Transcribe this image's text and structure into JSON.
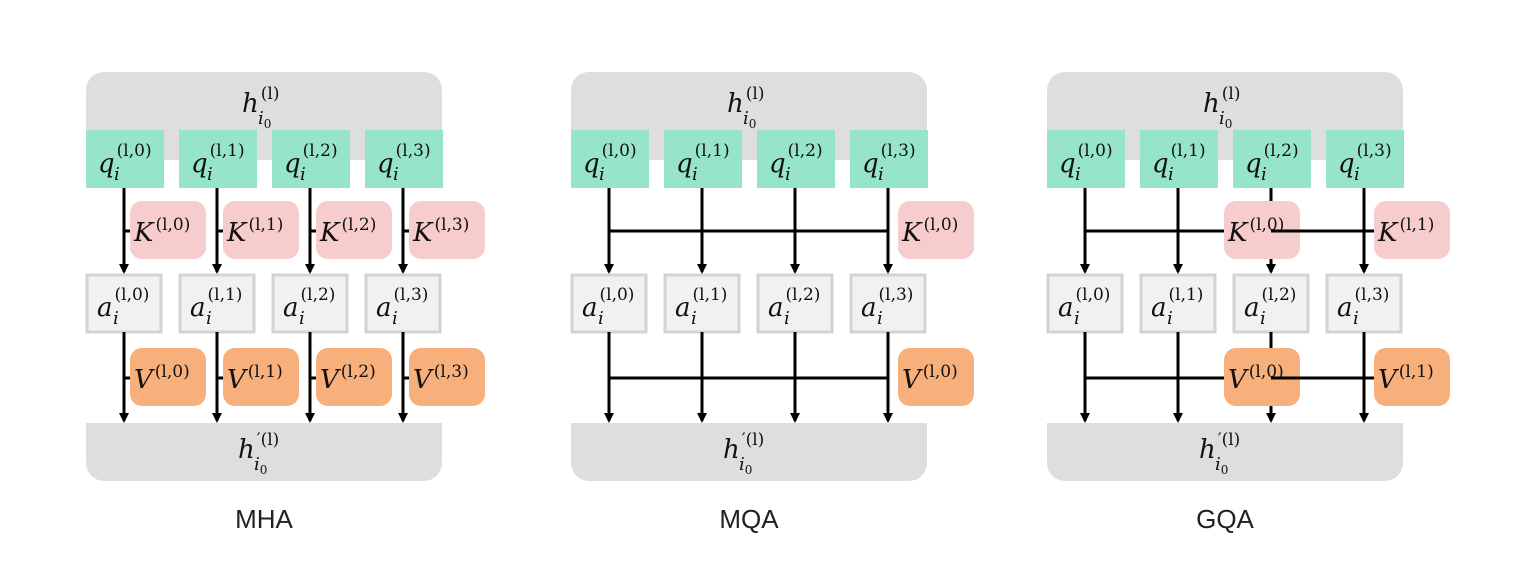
{
  "panels": [
    {
      "caption": "MHA",
      "top": "h",
      "top_sup": "(l)",
      "top_sub": "i",
      "bottom": "h",
      "bottom_sup": "′(l)",
      "bottom_sub": "i",
      "queries": [
        "(l,0)",
        "(l,1)",
        "(l,2)",
        "(l,3)"
      ],
      "outputs": [
        "(l,0)",
        "(l,1)",
        "(l,2)",
        "(l,3)"
      ],
      "keys": [
        "(l,0)",
        "(l,1)",
        "(l,2)",
        "(l,3)"
      ],
      "values": [
        "(l,0)",
        "(l,1)",
        "(l,2)",
        "(l,3)"
      ]
    },
    {
      "caption": "MQA",
      "top": "h",
      "top_sup": "(l)",
      "top_sub": "i",
      "bottom": "h",
      "bottom_sup": "′(l)",
      "bottom_sub": "i",
      "queries": [
        "(l,0)",
        "(l,1)",
        "(l,2)",
        "(l,3)"
      ],
      "outputs": [
        "(l,0)",
        "(l,1)",
        "(l,2)",
        "(l,3)"
      ],
      "keys": [
        "(l,0)"
      ],
      "values": [
        "(l,0)"
      ]
    },
    {
      "caption": "GQA",
      "top": "h",
      "top_sup": "(l)",
      "top_sub": "i",
      "bottom": "h",
      "bottom_sup": "′(l)",
      "bottom_sub": "i",
      "queries": [
        "(l,0)",
        "(l,1)",
        "(l,2)",
        "(l,3)"
      ],
      "outputs": [
        "(l,0)",
        "(l,1)",
        "(l,2)",
        "(l,3)"
      ],
      "keys": [
        "(l,0)",
        "(l,1)"
      ],
      "values": [
        "(l,0)",
        "(l,1)"
      ]
    }
  ],
  "symbols": {
    "query": "q",
    "output": "a",
    "key": "K",
    "value": "V",
    "index": "i",
    "sub_index": "0"
  },
  "colors": {
    "block": "#dedede",
    "query": "#96e4cc",
    "key": "#f6cccc",
    "value": "#f7b07c",
    "output_fill": "#f1f1f1",
    "output_border": "#d3d3d3",
    "line": "#000000"
  }
}
